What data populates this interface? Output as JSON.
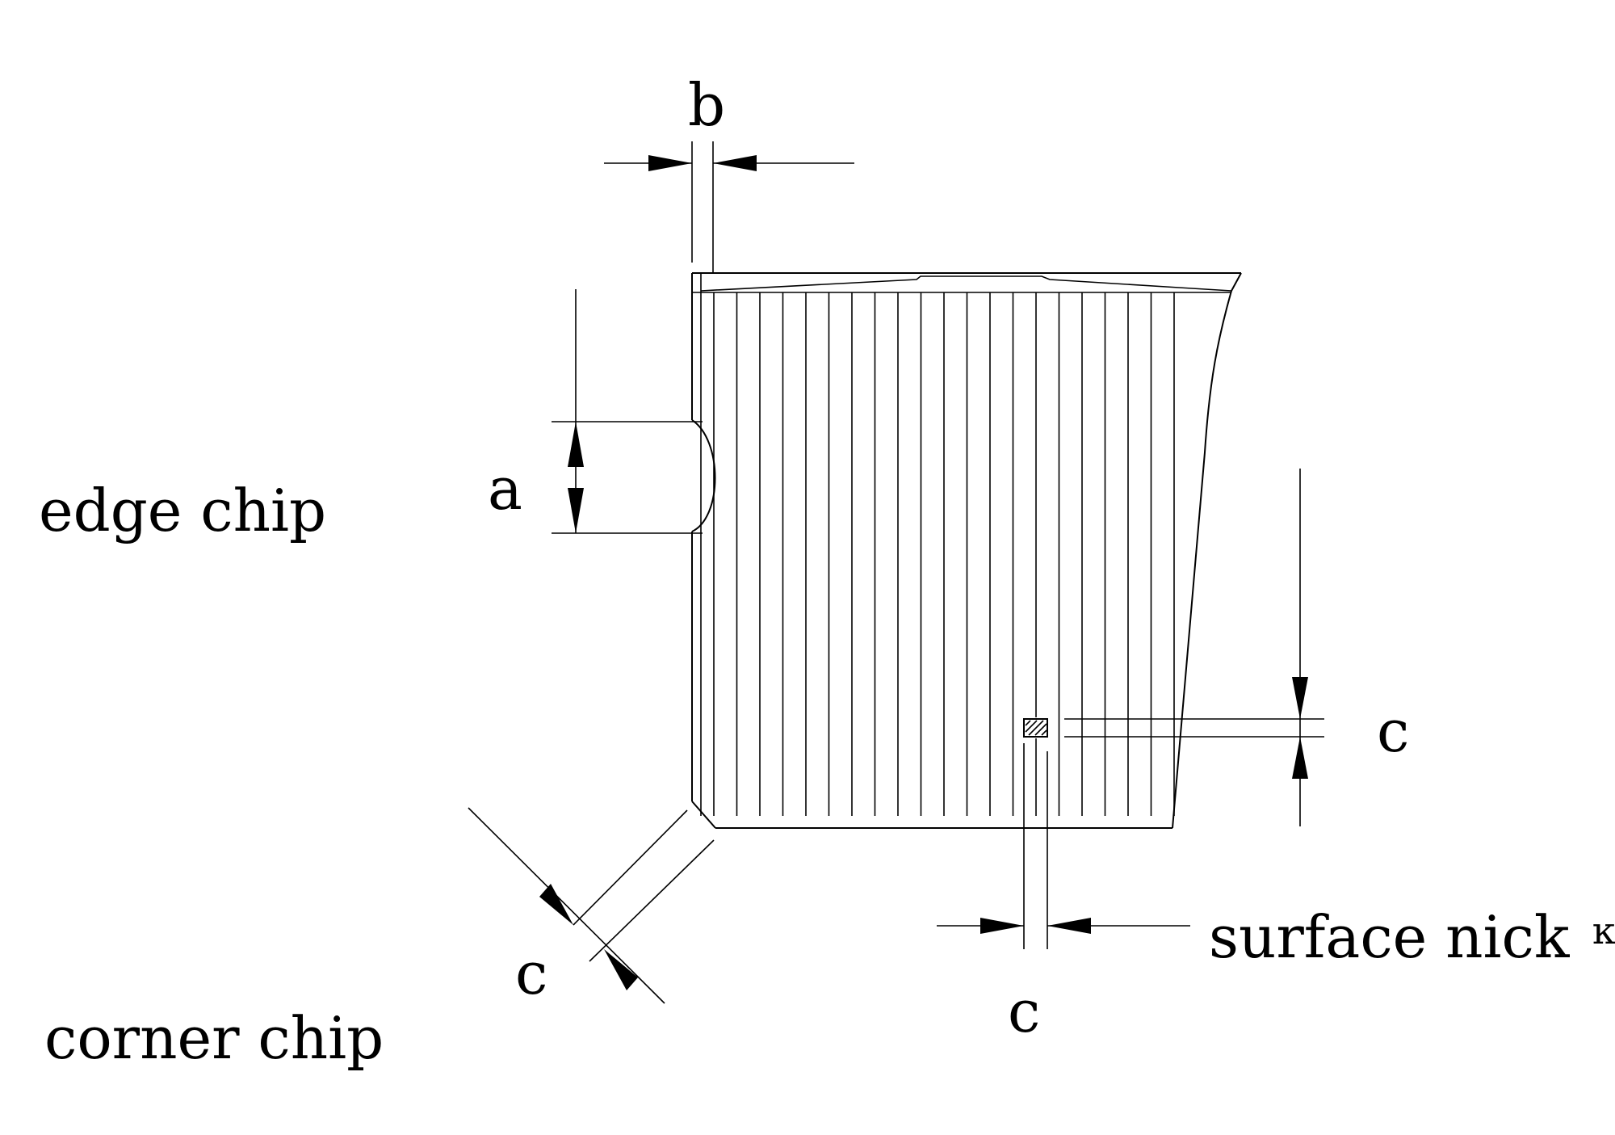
{
  "labels": {
    "edge_chip": "edge chip",
    "corner_chip": "corner chip",
    "surface_nick": "surface nick",
    "dim_a": "a",
    "dim_b": "b",
    "dim_c_corner": "c",
    "dim_c_nick_vertical": "c",
    "dim_c_nick_horizontal": "c"
  },
  "colors": {
    "line": "#000000",
    "background": "#ffffff"
  }
}
